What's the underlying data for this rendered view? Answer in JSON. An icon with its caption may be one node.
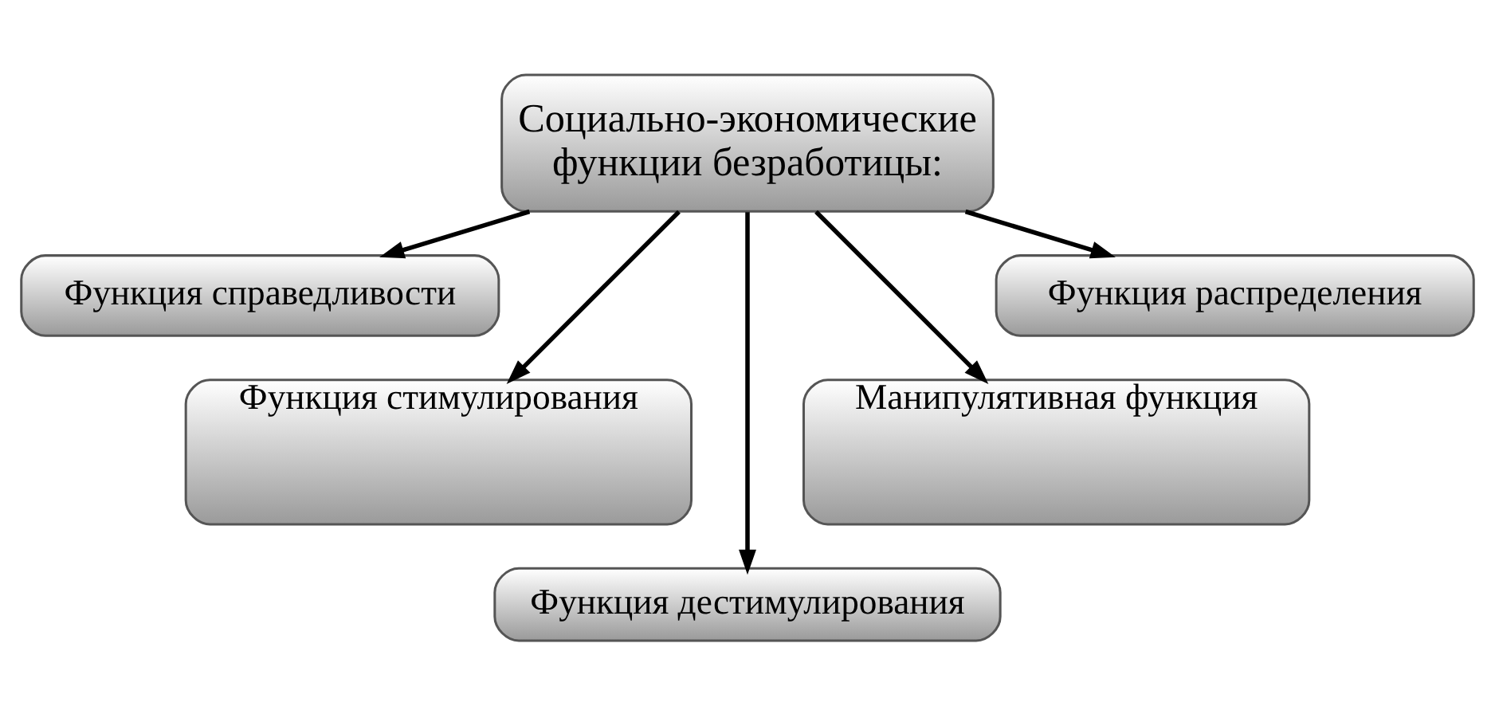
{
  "diagram": {
    "nodes": [
      {
        "text": [
          "Социально-экономические функции безработицы:"
        ]
      },
      {
        "text": [
          "Функция справедливости"
        ]
      },
      {
        "text": [
          "Функция распределения"
        ]
      },
      {
        "text": [
          "Функция стимулирования"
        ]
      },
      {
        "text": [
          "Манипулятивная функция"
        ]
      },
      {
        "text": [
          "Функция дестимулирования"
        ]
      }
    ],
    "edges": [
      {
        "from": 0,
        "to": 1,
        "arrow": "to"
      },
      {
        "from": 0,
        "to": 3,
        "arrow": "to"
      },
      {
        "from": 0,
        "to": 5,
        "arrow": "to"
      },
      {
        "from": 0,
        "to": 4,
        "arrow": "to"
      },
      {
        "from": 0,
        "to": 2,
        "arrow": "to"
      }
    ]
  }
}
